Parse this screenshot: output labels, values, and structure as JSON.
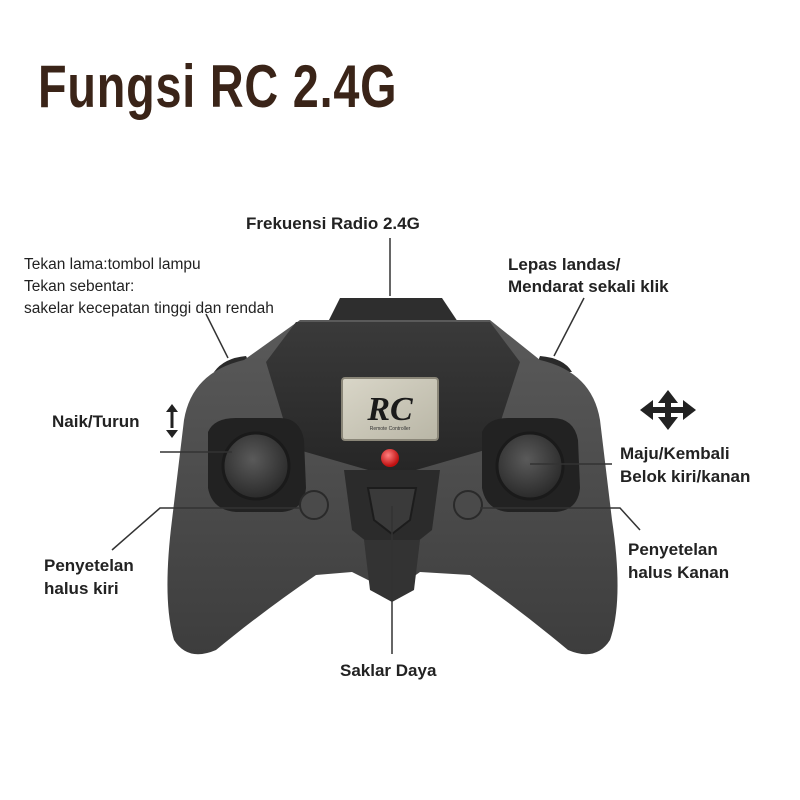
{
  "title": "Fungsi RC 2.4G",
  "labels": {
    "frequency": "Frekuensi Radio 2.4G",
    "long_press_line1": "Tekan lama:tombol lampu",
    "long_press_line2": "Tekan sebentar:",
    "long_press_line3": "sakelar kecepatan tinggi dan rendah",
    "takeoff_line1": "Lepas landas/",
    "takeoff_line2": "Mendarat sekali klik",
    "up_down": "Naik/Turun",
    "forward_line1": "Maju/Kembali",
    "forward_line2": "Belok kiri/kanan",
    "trim_left_line1": "Penyetelan",
    "trim_left_line2": "halus kiri",
    "trim_right_line1": "Penyetelan",
    "trim_right_line2": "halus Kanan",
    "power": "Saklar Daya"
  },
  "screen": {
    "logo": "RC",
    "caption": "Remote Controller"
  },
  "icons": {
    "up_down": "up-down-arrow-icon",
    "four_way": "four-way-arrow-icon"
  },
  "colors": {
    "title": "#3a2418",
    "body": "#4a4a4a",
    "body_dark": "#2b2b2b",
    "led": "#d81e1e",
    "line": "#333333"
  }
}
